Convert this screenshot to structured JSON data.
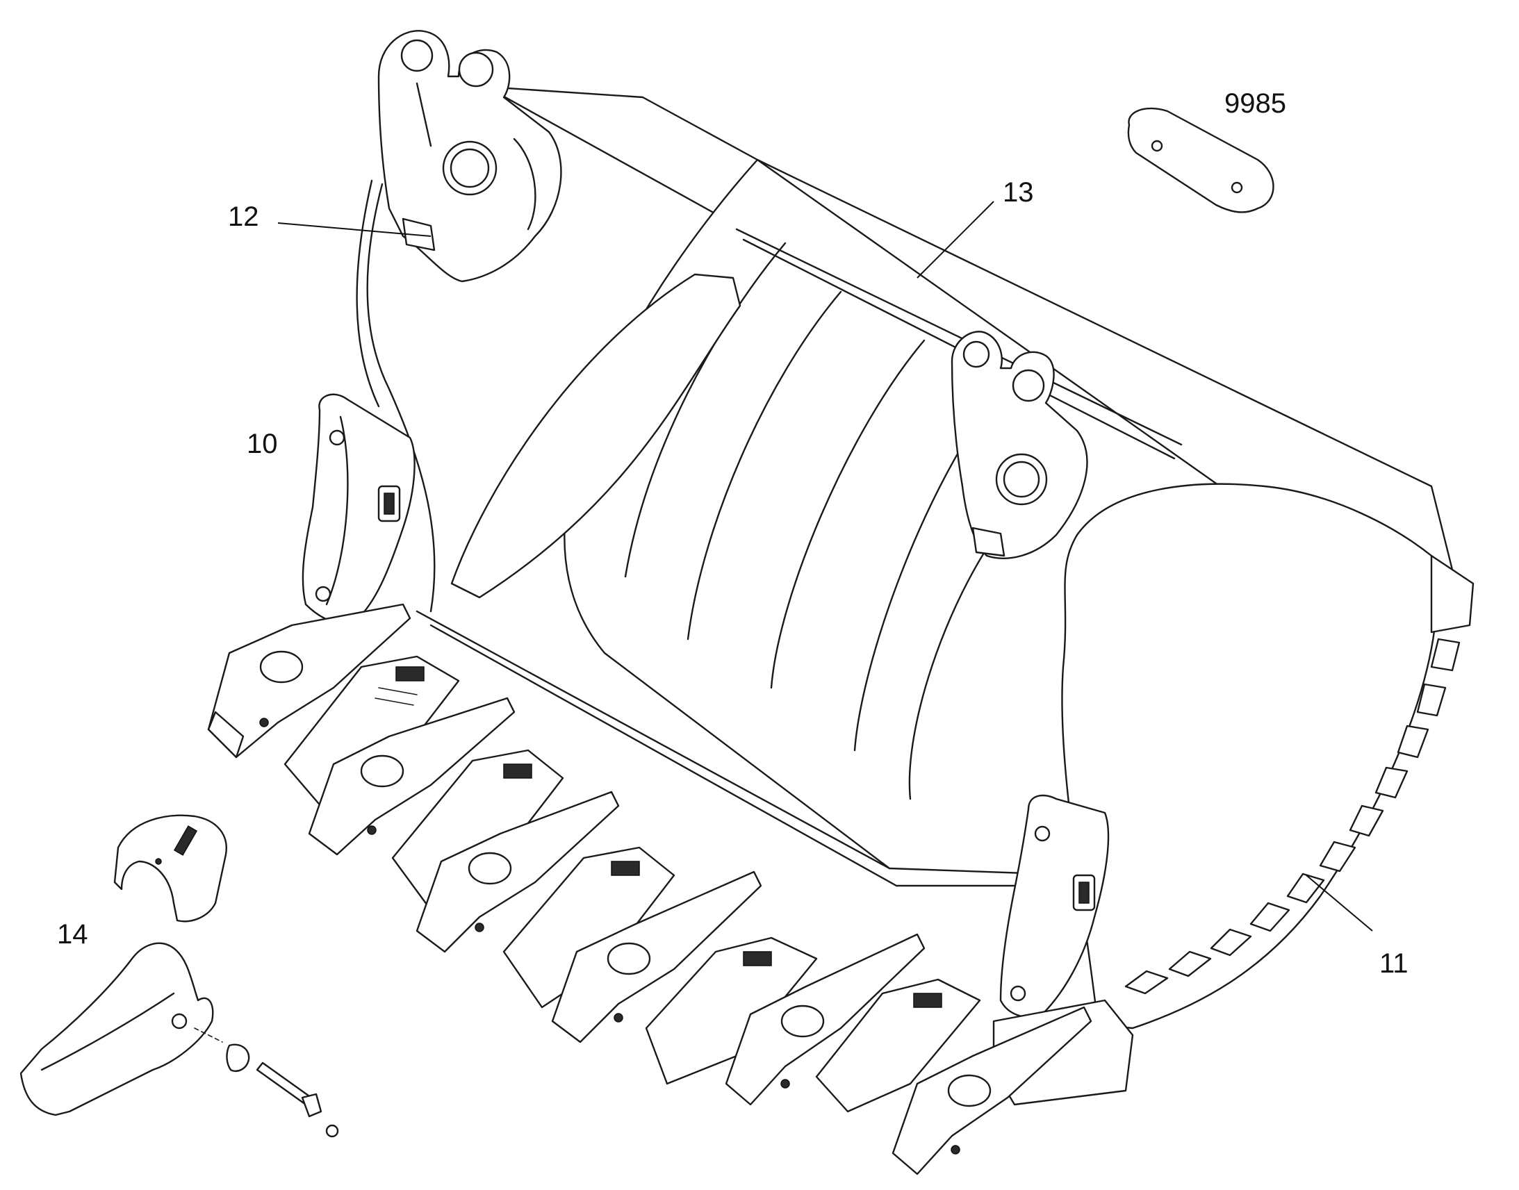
{
  "callouts": [
    {
      "id": "9985",
      "label": "9985"
    },
    {
      "id": "13",
      "label": "13"
    },
    {
      "id": "12",
      "label": "12"
    },
    {
      "id": "10",
      "label": "10"
    },
    {
      "id": "11",
      "label": "11"
    },
    {
      "id": "14",
      "label": "14"
    }
  ]
}
